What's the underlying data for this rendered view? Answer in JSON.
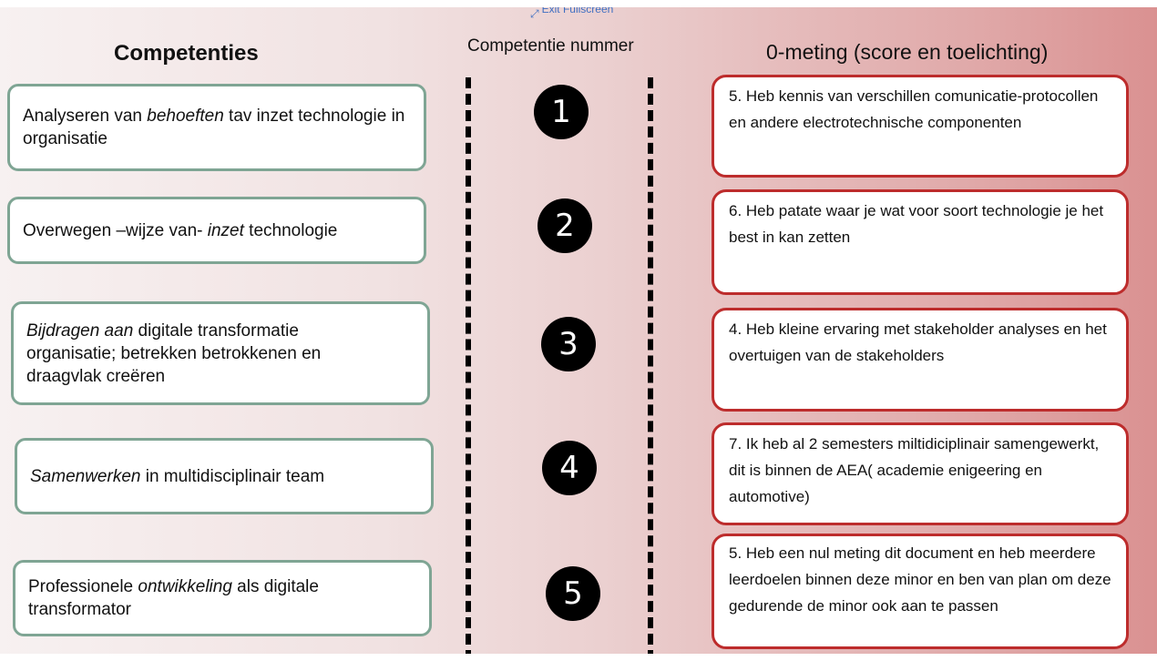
{
  "toolbar": {
    "exit_fullscreen_label": "Exit Fullscreen",
    "exit_icon": "exit-fullscreen-icon"
  },
  "headers": {
    "competencies": "Competenties",
    "competency_number": "Competentie nummer",
    "baseline": "0-meting (score en toelichting)"
  },
  "competencies": [
    {
      "parts": [
        {
          "t": "Analyseren van "
        },
        {
          "t": "behoeften",
          "i": true
        },
        {
          "t": " tav inzet technologie in organisatie"
        }
      ]
    },
    {
      "parts": [
        {
          "t": "Overwegen  –wijze van- "
        },
        {
          "t": "inzet",
          "i": true
        },
        {
          "t": " technologie"
        }
      ]
    },
    {
      "parts": [
        {
          "t": "Bijdragen aan",
          "i": true
        },
        {
          "t": " digitale transformatie organisatie; betrekken betrokkenen en draagvlak creëren"
        }
      ]
    },
    {
      "parts": [
        {
          "t": "Samenwerken",
          "i": true
        },
        {
          "t": " in multidisciplinair team"
        }
      ]
    },
    {
      "parts": [
        {
          "t": "Professionele "
        },
        {
          "t": "ontwikkeling",
          "i": true
        },
        {
          "t": " als digitale transformator"
        }
      ]
    }
  ],
  "numbers": [
    "1",
    "2",
    "3",
    "4",
    "5"
  ],
  "measurements": [
    "5. Heb kennis van verschillen comunicatie-protocollen en andere electrotechnische componenten",
    "6. Heb patate waar je wat voor soort technologie je het best in kan zetten",
    "4. Heb kleine ervaring met stakeholder analyses en het overtuigen van de stakeholders",
    "7. Ik heb al 2 semesters miltidiciplinair samengewerkt, dit is binnen de AEA( academie enigeering en automotive)",
    "5. Heb een nul meting dit document en heb meerdere leerdoelen binnen deze minor en ben van plan om deze gedurende de minor ook aan te passen"
  ],
  "colors": {
    "competency_border": "#7fa594",
    "measurement_border": "#bd2c2c",
    "background_accent": "#da9191"
  }
}
